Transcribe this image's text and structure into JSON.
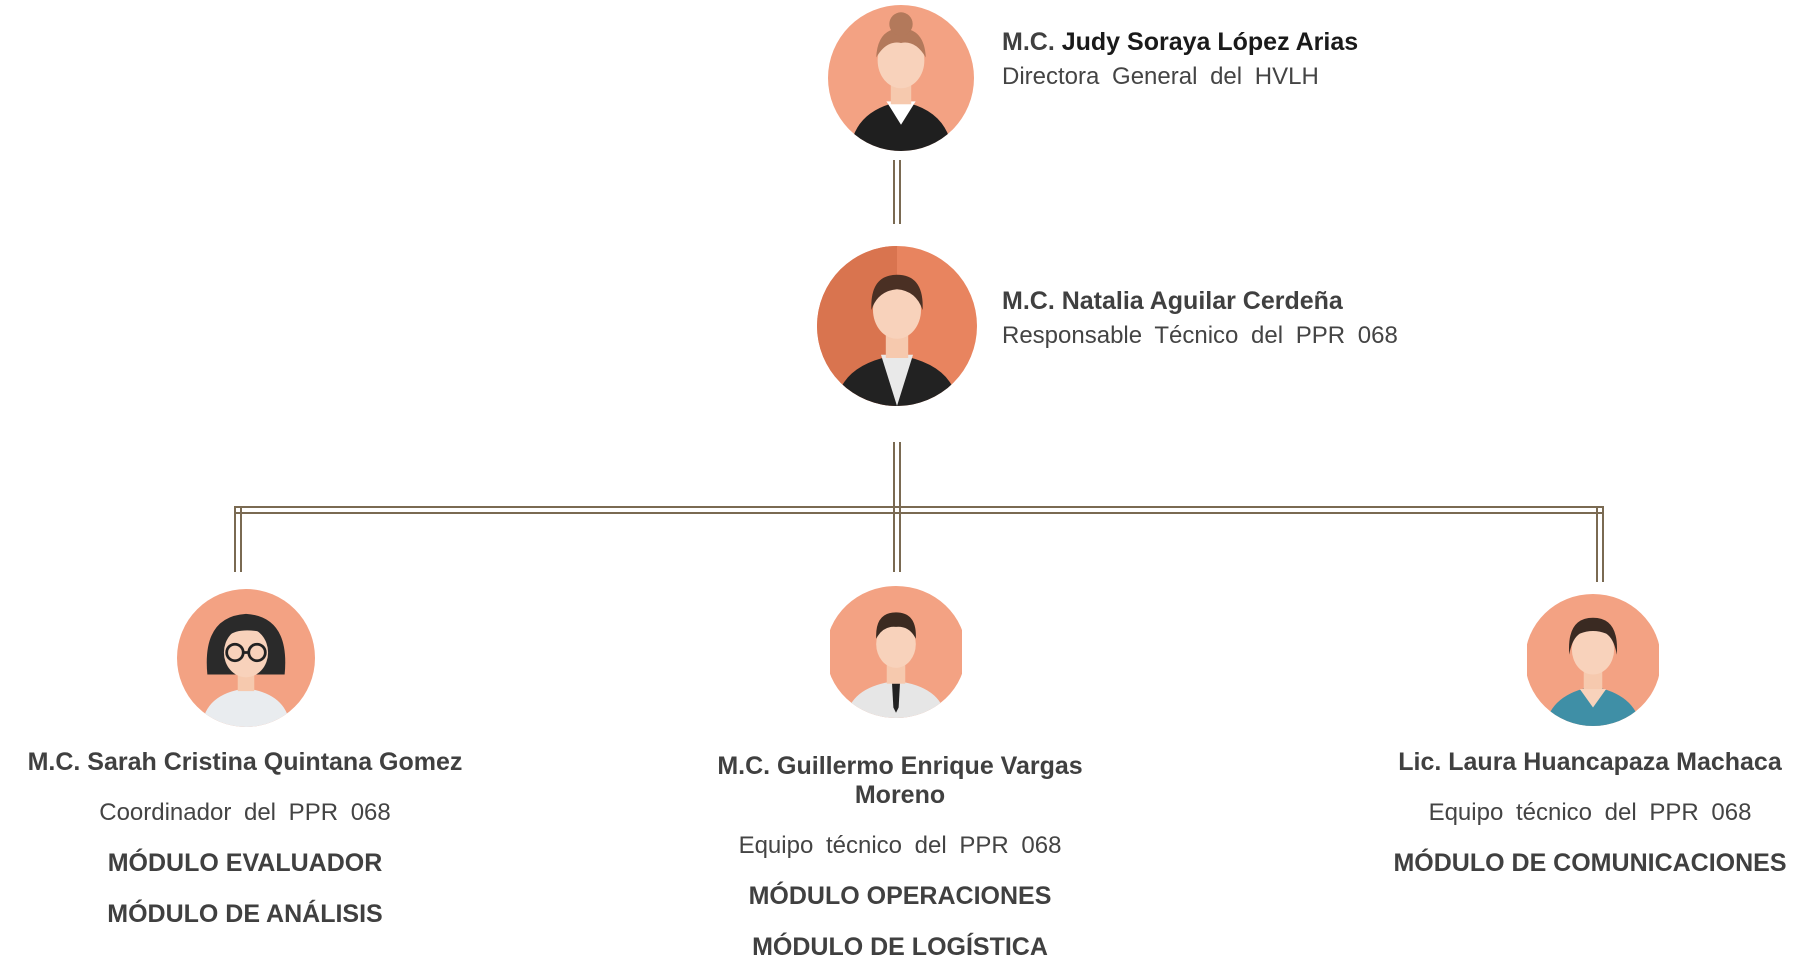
{
  "nodes": {
    "director": {
      "name_prefix": "M.C.",
      "name": "Judy Soraya López Arias",
      "role": "Directora General del HVLH",
      "icon": "woman-avatar-icon"
    },
    "technical": {
      "name": "M.C. Natalia Aguilar Cerdeña",
      "role": "Responsable Técnico del PPR 068",
      "icon": "woman-avatar-icon"
    },
    "coordinator": {
      "name": "M.C. Sarah Cristina Quintana Gomez",
      "role": "Coordinador del PPR 068",
      "modules": [
        "MÓDULO EVALUADOR",
        "MÓDULO DE ANÁLISIS"
      ],
      "icon": "woman-glasses-avatar-icon"
    },
    "operations": {
      "name": "M.C. Guillermo Enrique Vargas Moreno",
      "role": "Equipo técnico del PPR 068",
      "modules": [
        "MÓDULO OPERACIONES",
        "MÓDULO DE LOGÍSTICA"
      ],
      "icon": "man-avatar-icon"
    },
    "communications": {
      "name": "Lic. Laura Huancapaza Machaca",
      "role": "Equipo técnico del PPR 068",
      "modules": [
        "MÓDULO DE COMUNICACIONES"
      ],
      "icon": "woman-avatar-icon"
    }
  },
  "colors": {
    "avatar_bg": "#f3a283",
    "connector": "#7a6a52",
    "text": "#404040"
  }
}
